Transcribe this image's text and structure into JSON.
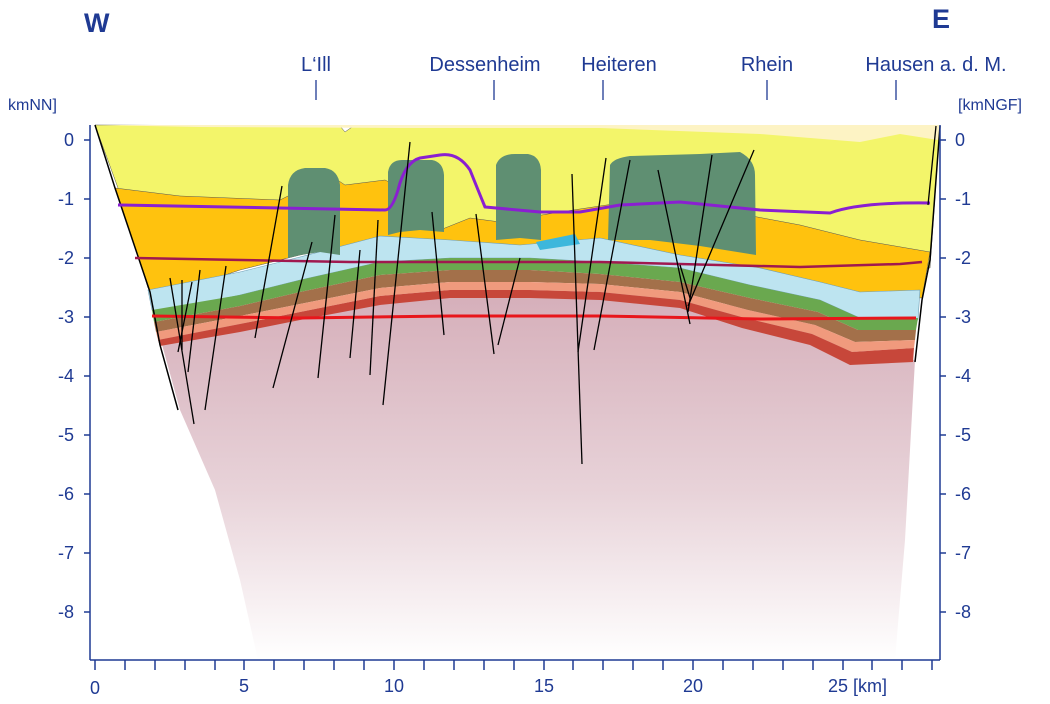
{
  "compass": {
    "west": "W",
    "east": "E"
  },
  "axes": {
    "left_unit": "kmNN]",
    "right_unit": "[kmNGF]",
    "y_ticks": [
      "0",
      "-1",
      "-2",
      "-3",
      "-4",
      "-5",
      "-6",
      "-7",
      "-8"
    ],
    "x_ticks": [
      "0",
      "5",
      "10",
      "15",
      "20"
    ],
    "x_last_tick": "25 [km]"
  },
  "locations": [
    {
      "name": "L‘Ill",
      "km": 7.4
    },
    {
      "name": "Dessenheim",
      "km": 13.4
    },
    {
      "name": "Heiteren",
      "km": 17.0
    },
    {
      "name": "Rhein",
      "km": 22.5
    },
    {
      "name": "Hausen a. d. M.",
      "km": 26.8
    }
  ],
  "colors": {
    "axis": "#1f3a93",
    "label": "#1f3a93",
    "upper_sediment": "#f3f56a",
    "tertiary": "#ffc20e",
    "salt_domes": "#5f8f72",
    "light_blue_layer": "#bde4f0",
    "green_layer": "#6aa84f",
    "basement": "#d7b3bd",
    "purple_line": "#8a1fd1",
    "magenta_line": "#a0184f",
    "red_line": "#e8161b"
  }
}
